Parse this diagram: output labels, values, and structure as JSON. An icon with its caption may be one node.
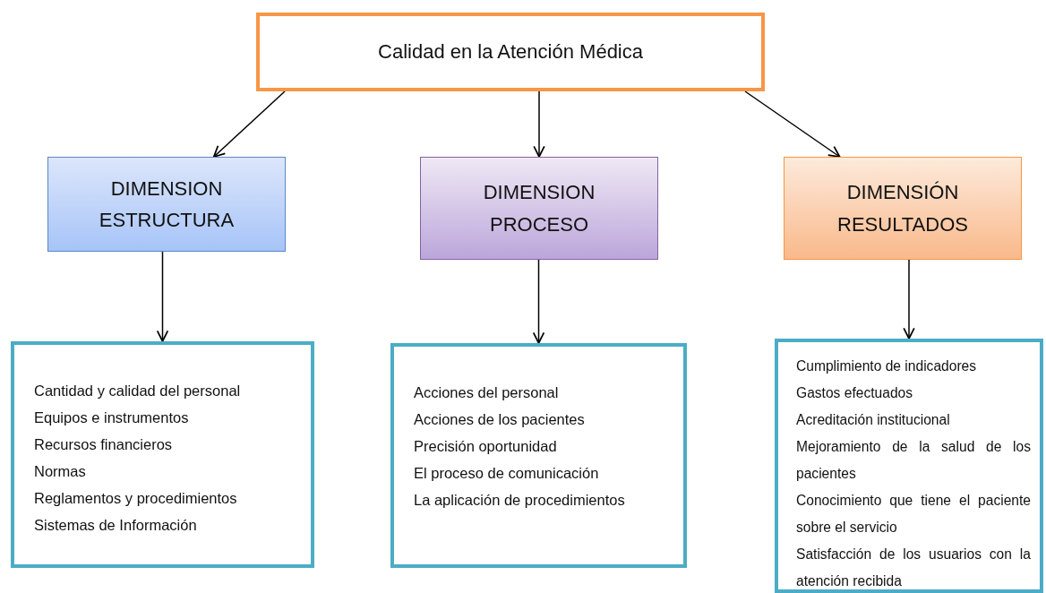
{
  "diagram": {
    "nodes": [
      {
        "text": [
          "Calidad en la Atención Médica"
        ]
      },
      {
        "text": [
          "DIMENSION ESTRUCTURA"
        ]
      },
      {
        "text": [
          "DIMENSION PROCESO"
        ]
      },
      {
        "text": [
          "DIMENSIÓN RESULTADOS"
        ]
      },
      {
        "text": [
          "Cantidad y calidad del personal",
          "Equipos e instrumentos",
          "Recursos financieros",
          "Normas",
          "Reglamentos y procedimientos",
          "Sistemas de Información"
        ]
      },
      {
        "text": [
          "Acciones del personal",
          "Acciones de los pacientes",
          "Precisión oportunidad",
          "El proceso de comunicación",
          "La aplicación de procedimientos"
        ]
      },
      {
        "text": [
          "Cumplimiento de indicadores",
          "Gastos efectuados",
          "Acreditación institucional",
          "Mejoramiento de la salud de los pacientes",
          "Conocimiento que tiene el paciente sobre el servicio",
          "Satisfacción de los usuarios con la atención recibida"
        ]
      }
    ],
    "edges": [
      {
        "from": 0,
        "to": 1,
        "arrow": "to"
      },
      {
        "from": 0,
        "to": 2,
        "arrow": "to"
      },
      {
        "from": 0,
        "to": 3,
        "arrow": "to"
      },
      {
        "from": 1,
        "to": 4,
        "arrow": "to"
      },
      {
        "from": 2,
        "to": 5,
        "arrow": "to"
      },
      {
        "from": 3,
        "to": 6,
        "arrow": "to"
      }
    ]
  }
}
